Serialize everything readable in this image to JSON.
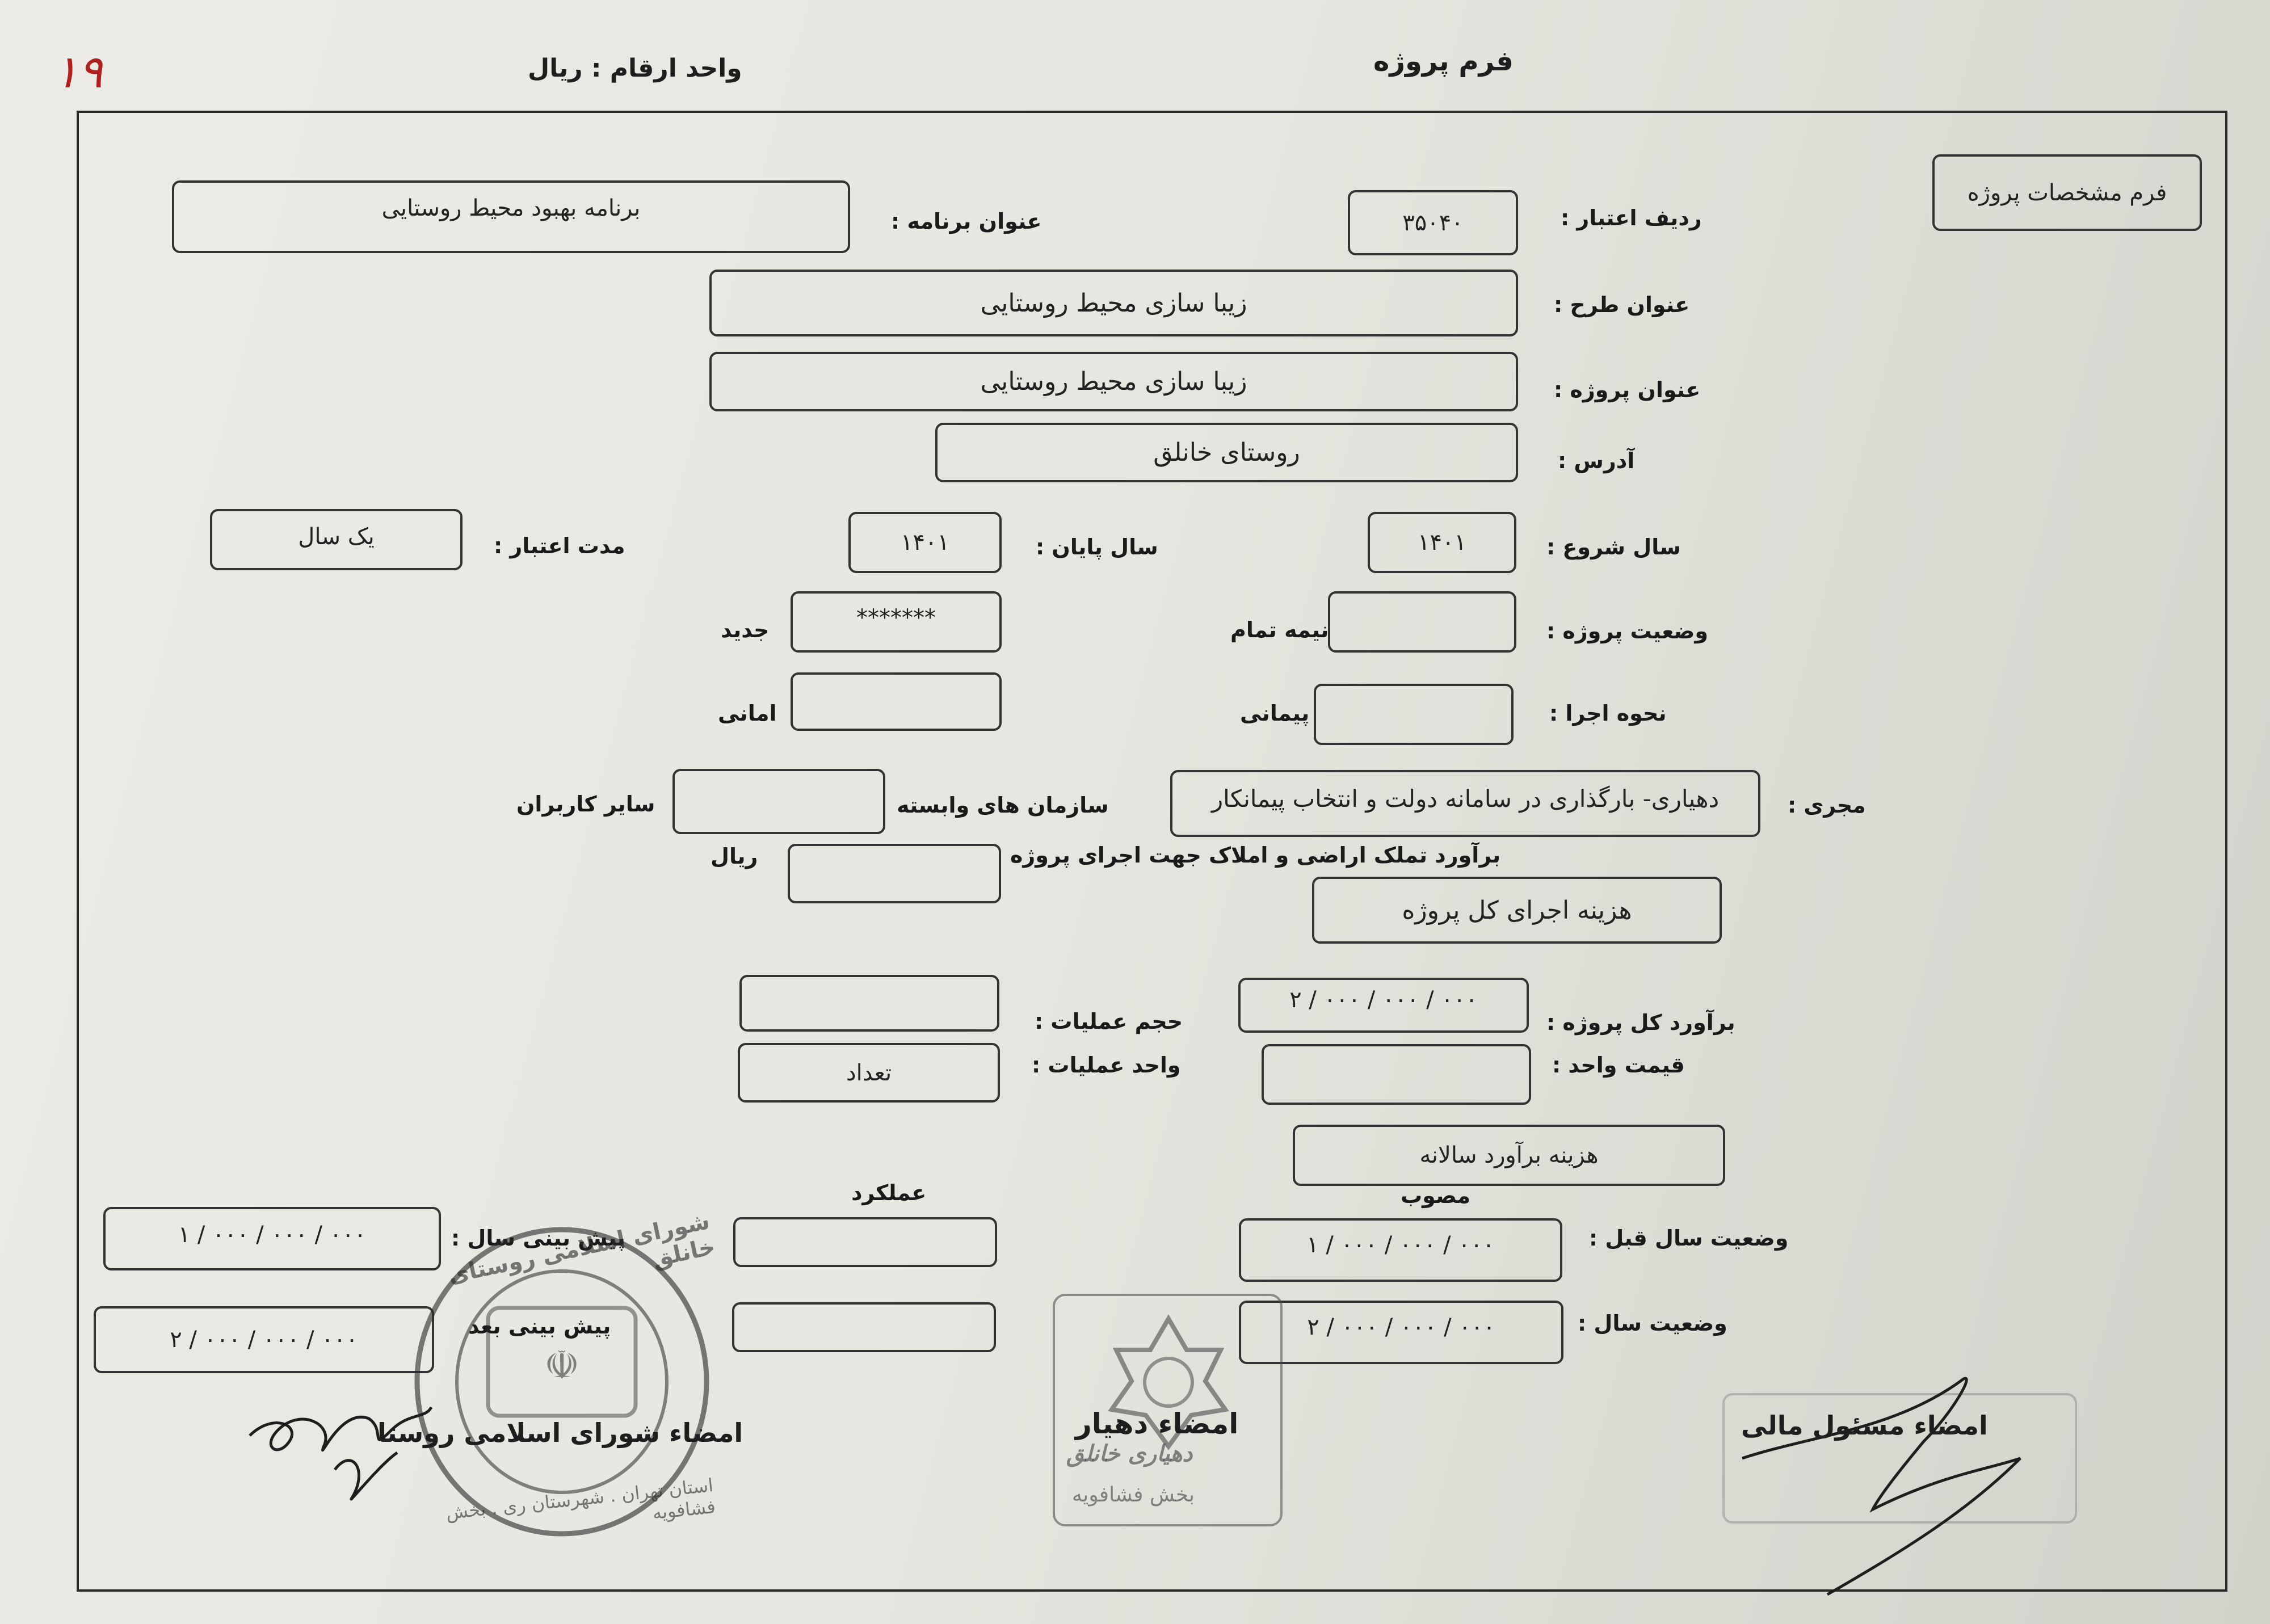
{
  "header": {
    "page_number": "۱۹",
    "currency_unit": "واحد ارقام : ریال",
    "form_title": "فرم پروژه"
  },
  "spec_box": "فرم مشخصات پروژه",
  "fields": {
    "credit_row": {
      "label": "ردیف اعتبار :",
      "value": "۳۵۰۴۰"
    },
    "program_title": {
      "label": "عنوان برنامه :",
      "value": "برنامه بهبود محیط روستایی"
    },
    "plan_title": {
      "label": "عنوان طرح :",
      "value": "زیبا سازی محیط روستایی"
    },
    "project_title": {
      "label": "عنوان پروژه :",
      "value": "زیبا سازی محیط روستایی"
    },
    "address": {
      "label": "آدرس :",
      "value": "روستای خانلق"
    },
    "start_year": {
      "label": "سال شروع :",
      "value": "۱۴۰۱"
    },
    "end_year": {
      "label": "سال پایان :",
      "value": "۱۴۰۱"
    },
    "duration": {
      "label": "مدت اعتبار :",
      "value": "یک سال"
    },
    "project_status": {
      "label": "وضعیت پروژه :",
      "half_done": "نیمه تمام",
      "new": "جدید",
      "new_value": "*******"
    },
    "execution_method": {
      "label": "نحوه اجرا :",
      "contract": "پیمانی",
      "trust": "امانی"
    },
    "executor": {
      "label": "مجری :",
      "value": "دهیاری- بارگذاری در سامانه دولت و انتخاب پیمانکار"
    },
    "related_orgs": {
      "label": "سازمان های وابسته",
      "other_users": "سایر کاربران"
    },
    "land_estimate": {
      "label": "برآورد تملک اراضی و املاک جهت اجرای پروژه",
      "unit": "ریال"
    },
    "total_cost_heading": "هزینه اجرای کل پروژه",
    "total_estimate": {
      "label": "برآورد کل پروژه :",
      "value": "۲ / ۰۰۰ / ۰۰۰ / ۰۰۰"
    },
    "operation_volume": {
      "label": "حجم عملیات :",
      "value": ""
    },
    "unit_price": {
      "label": "قیمت واحد :",
      "value": ""
    },
    "operation_unit": {
      "label": "واحد عملیات :",
      "value": "تعداد"
    },
    "annual_cost_heading": "هزینه برآورد سالانه",
    "approved_heading": "مصوب",
    "performance_heading": "عملکرد",
    "prev_year_status": {
      "label": "وضعیت سال قبل :",
      "value": "۱ / ۰۰۰ / ۰۰۰ / ۰۰۰"
    },
    "current_year_status": {
      "label": "وضعیت سال :",
      "value": "۲ / ۰۰۰ / ۰۰۰ / ۰۰۰"
    },
    "forecast_year": {
      "label": "پیش بینی سال :",
      "value": "۱ / ۰۰۰ / ۰۰۰ / ۰۰۰"
    },
    "forecast_after": {
      "label": "پیش بینی بعد",
      "value": "۲ / ۰۰۰ / ۰۰۰ / ۰۰۰"
    }
  },
  "signatures": {
    "financial_officer": "امضاء مسئول مالی",
    "dehyar": "امضاء دهیار",
    "village_council": "امضاء شورای اسلامی روستا"
  },
  "stamps": {
    "council_seal": "شورای اسلامی روستای خانلق",
    "council_seal_bottom": "استان تهران . شهرستان ری . بخش فشافویه",
    "dehyari_seal_name": "دهیاری خانلق",
    "dehyari_seal_region": "بخش فشافویه"
  }
}
